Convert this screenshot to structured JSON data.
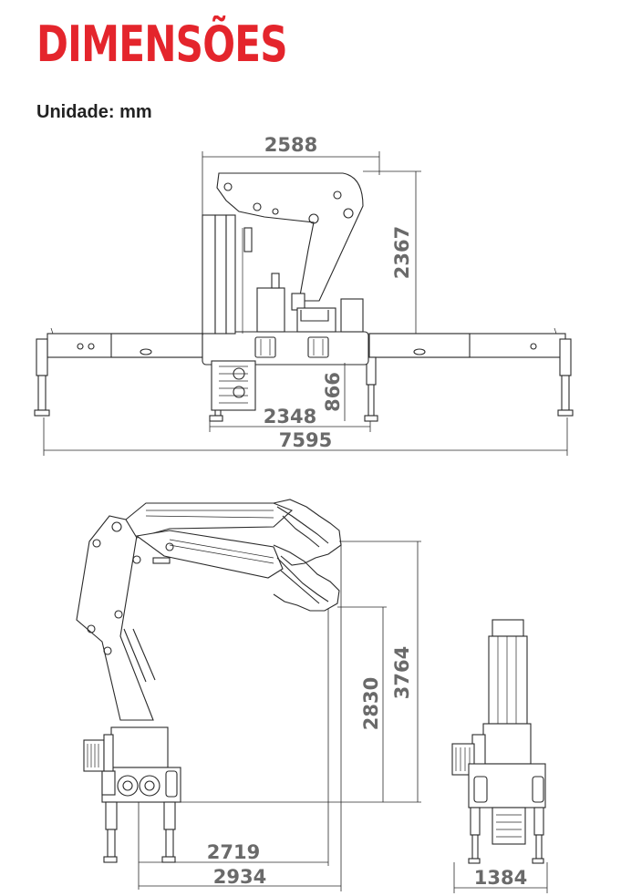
{
  "header": {
    "title": "DIMENSÕES",
    "unit_label": "Unidade: mm"
  },
  "front_view": {
    "width_top": "2588",
    "height_folded": "2367",
    "base_height": "866",
    "base_width": "2348",
    "outrigger_span": "7595"
  },
  "side_view": {
    "height_max": "3764",
    "height_lower": "2830",
    "length_inner": "2719",
    "length_total": "2934"
  },
  "end_view": {
    "width": "1384"
  }
}
